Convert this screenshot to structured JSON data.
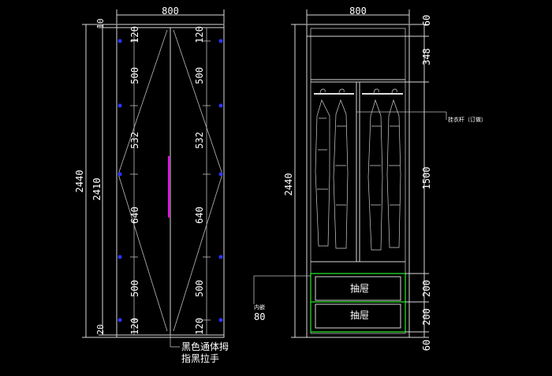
{
  "left_view": {
    "width_label": "800",
    "overall_height_label": "2440",
    "inner_height_label": "2410",
    "top_gap_label": "10",
    "bottom_gap_label": "20",
    "hinge_segments": [
      "120",
      "500",
      "532",
      "640",
      "500",
      "120"
    ],
    "handle_note_line1": "黑色通体拇",
    "handle_note_line2": "指黑拉手"
  },
  "right_view": {
    "width_label": "800",
    "overall_height_label": "2440",
    "segments": [
      "60",
      "348",
      "1500",
      "200",
      "200",
      "60"
    ],
    "drawer_label_1": "抽屉",
    "drawer_label_2": "抽屉",
    "rail_note": "挂衣杆（订做）",
    "inset_note": "内嵌",
    "inset_value": "80"
  },
  "colors": {
    "background": "#000000",
    "lines": "#d8d8d8",
    "hinge_marks": "#2b35ff",
    "handle": "#ff00ff",
    "drawer_outline": "#1fbf1f"
  }
}
